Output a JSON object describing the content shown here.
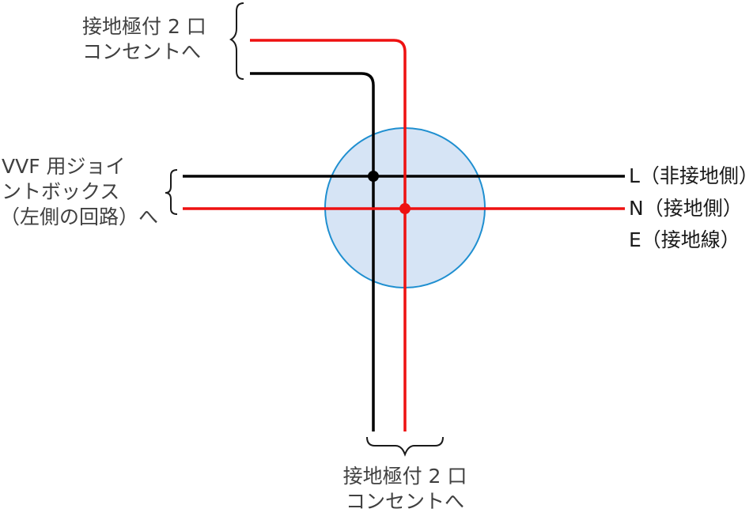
{
  "labels": {
    "top_outlet": [
      "接地極付 2 口",
      "コンセントへ"
    ],
    "left_box": [
      "VVF 用ジョイ",
      "ントボックス",
      "（左側の回路）へ"
    ],
    "bottom_outlet": [
      "接地極付 2 口",
      "コンセントへ"
    ],
    "wire_L": "L（非接地側）",
    "wire_N": "N（接地側）",
    "wire_E": "E（接地線）"
  },
  "colors": {
    "live_wire": "#000000",
    "neutral_wire": "#ee1111",
    "junction_fill": "#d6e4f5",
    "junction_stroke": "#1f8fd0",
    "bracket": "#1a1a1a",
    "text": "#404040"
  }
}
